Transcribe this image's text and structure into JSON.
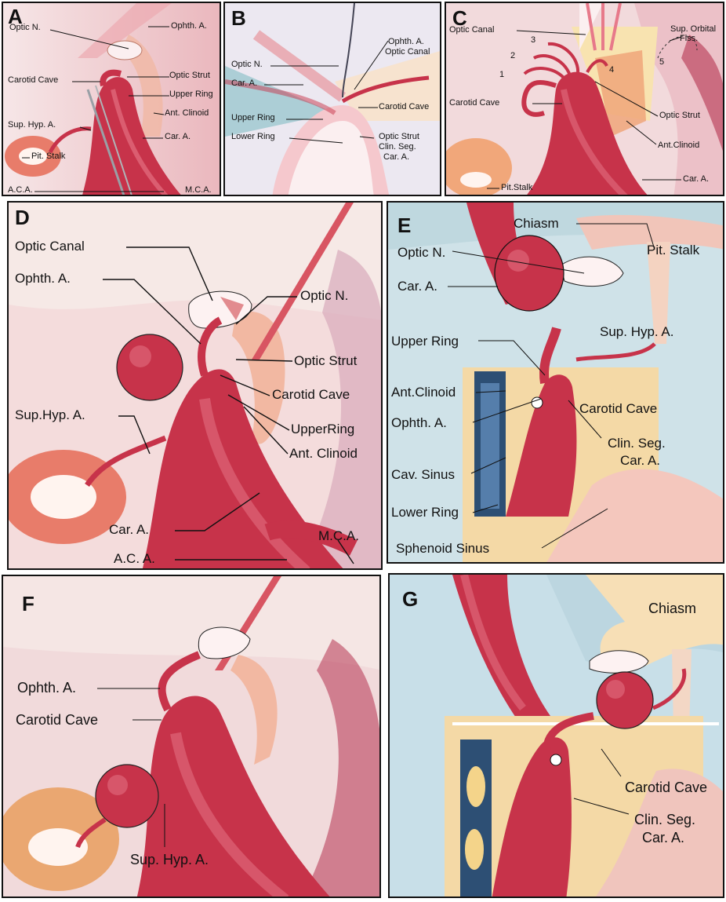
{
  "colors": {
    "artery": "#c7334a",
    "artery_dark": "#8e1d2f",
    "artery_light": "#e7798a",
    "bone": "#f4d9a6",
    "dura_pink": "#f1c3c6",
    "sinus_blue": "#9cc7cf",
    "outline": "#111111"
  },
  "panels": {
    "A": {
      "letter": "A",
      "labels": {
        "optic_n": "Optic N.",
        "ophth_a": "Ophth. A.",
        "carotid_cave": "Carotid Cave",
        "optic_strut": "Optic Strut",
        "upper_ring": "Upper Ring",
        "ant_clinoid": "Ant. Clinoid",
        "sup_hyp_a": "Sup. Hyp. A.",
        "car_a": "Car. A.",
        "pit_stalk": "Pit. Stalk",
        "aca": "A.C.A.",
        "mca": "M.C.A."
      }
    },
    "B": {
      "letter": "B",
      "labels": {
        "ophth_a": "Ophth. A.",
        "optic_canal": "Optic Canal",
        "optic_n": "Optic N.",
        "car_a": "Car. A.",
        "carotid_cave": "Carotid Cave",
        "upper_ring": "Upper Ring",
        "lower_ring": "Lower Ring",
        "optic_strut": "Optic Strut",
        "clin_seg_1": "Clin. Seg.",
        "clin_seg_2": "Car. A."
      }
    },
    "C": {
      "letter": "C",
      "labels": {
        "optic_canal": "Optic Canal",
        "sup_orbital_1": "Sup. Orbital",
        "sup_orbital_2": "Fiss.",
        "n1": "1",
        "n2": "2",
        "n3": "3",
        "n4": "4",
        "n5": "5",
        "carotid_cave": "Carotid Cave",
        "optic_strut": "Optic Strut",
        "ant_clinoid": "Ant.Clinoid",
        "car_a": "Car. A.",
        "pit_stalk": "Pit.Stalk"
      }
    },
    "D": {
      "letter": "D",
      "labels": {
        "optic_canal": "Optic Canal",
        "ophth_a": "Ophth. A.",
        "optic_n": "Optic N.",
        "optic_strut": "Optic Strut",
        "carotid_cave": "Carotid Cave",
        "sup_hyp_a": "Sup.Hyp. A.",
        "upper_ring": "UpperRing",
        "ant_clinoid": "Ant. Clinoid",
        "car_a": "Car. A.",
        "mca": "M.C.A.",
        "aca": "A.C. A."
      }
    },
    "E": {
      "letter": "E",
      "labels": {
        "chiasm": "Chiasm",
        "optic_n": "Optic N.",
        "pit_stalk": "Pit. Stalk",
        "car_a": "Car.  A.",
        "sup_hyp_a": "Sup. Hyp. A.",
        "upper_ring": "Upper Ring",
        "ant_clinoid": "Ant.Clinoid",
        "carotid_cave": "Carotid Cave",
        "ophth_a": "Ophth. A.",
        "clin_seg_1": "Clin. Seg.",
        "clin_seg_2": "Car. A.",
        "cav_sinus": "Cav. Sinus",
        "lower_ring": "Lower Ring",
        "sphenoid_sinus": "Sphenoid Sinus"
      }
    },
    "F": {
      "letter": "F",
      "labels": {
        "ophth_a": "Ophth. A.",
        "carotid_cave": "Carotid Cave",
        "sup_hyp_a": "Sup. Hyp. A."
      }
    },
    "G": {
      "letter": "G",
      "labels": {
        "chiasm": "Chiasm",
        "carotid_cave": "Carotid Cave",
        "clin_seg_1": "Clin. Seg.",
        "clin_seg_2": "Car. A."
      }
    }
  }
}
